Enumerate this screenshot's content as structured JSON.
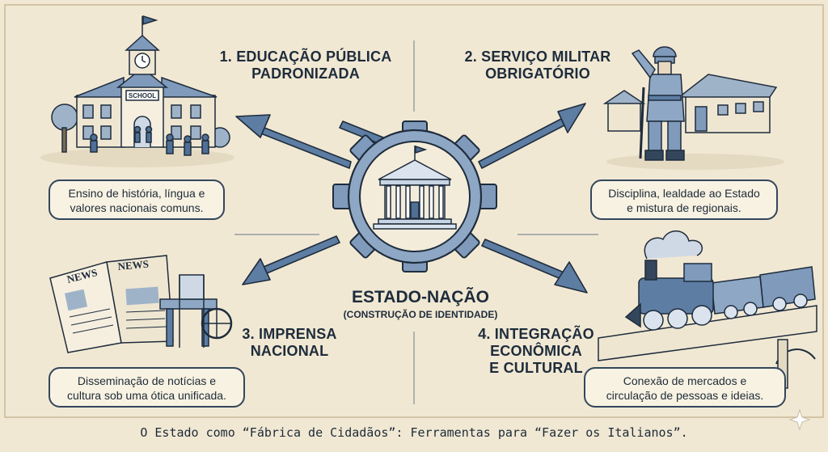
{
  "center": {
    "title": "ESTADO-NAÇÃO",
    "subtitle": "(CONSTRUÇÃO DE IDENTIDADE)"
  },
  "quadrants": [
    {
      "title_line1": "1. EDUCAÇÃO PÚBLICA",
      "title_line2": "PADRONIZADA",
      "desc_line1": "Ensino de história, língua e",
      "desc_line2": "valores nacionais comuns.",
      "image_label": "SCHOOL",
      "icon": "school-building-icon"
    },
    {
      "title_line1": "2. SERVIÇO MILITAR",
      "title_line2": "OBRIGATÓRIO",
      "desc_line1": "Disciplina, lealdade ao Estado",
      "desc_line2": "e mistura de regionais.",
      "icon": "soldier-icon"
    },
    {
      "title_line1": "3. IMPRENSA",
      "title_line2": "NACIONAL",
      "desc_line1": "Disseminação de notícias e",
      "desc_line2": "cultura sob uma ótica unificada.",
      "image_label_1": "NEWS",
      "image_label_2": "NEWS",
      "icon": "newspaper-press-icon"
    },
    {
      "title_line1": "4. INTEGRAÇÃO",
      "title_line2": "ECONÔMICA",
      "title_line3": "E CULTURAL",
      "desc_line1": "Conexão de mercados e",
      "desc_line2": "circulação de pessoas e ideias.",
      "icon": "steam-train-icon"
    }
  ],
  "caption": "O Estado como “Fábrica de Cidadãos”: Ferramentas para “Fazer os Italianos”.",
  "colors": {
    "paper": "#f1e8d3",
    "ink": "#1e2c3c",
    "accent_blue": "#4f6f95",
    "light_blue": "#a9bfd6"
  }
}
